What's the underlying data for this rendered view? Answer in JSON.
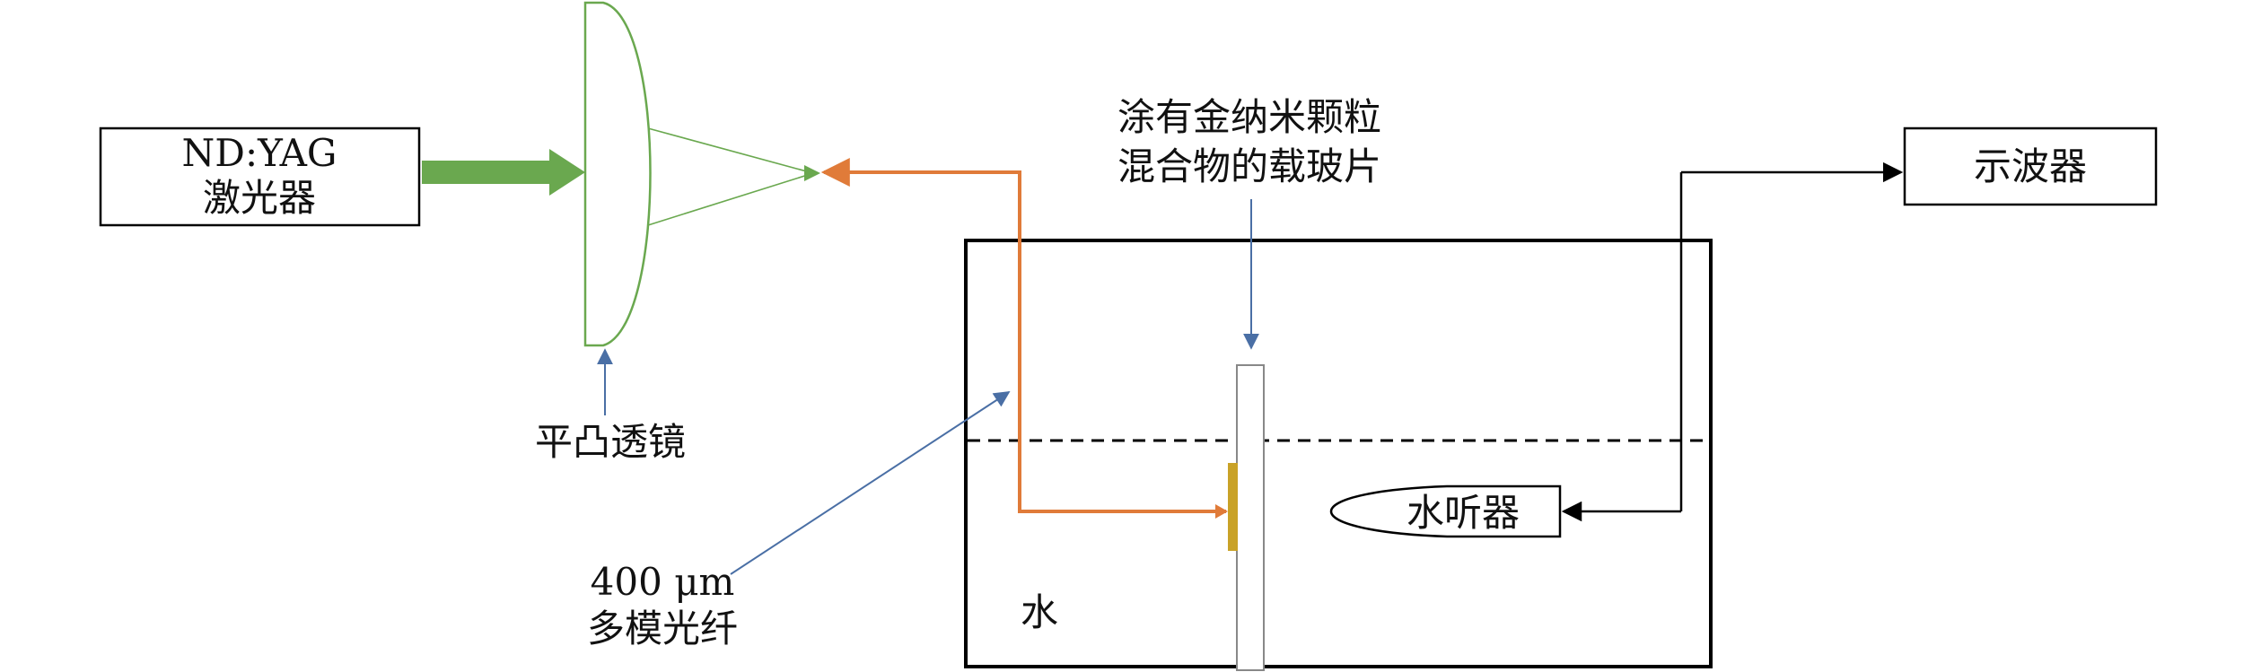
{
  "laser": {
    "line1": "ND:YAG",
    "line2": "激光器"
  },
  "oscilloscope": {
    "label": "示波器"
  },
  "slide_label": {
    "line1": "涂有金纳米颗粒",
    "line2": "混合物的载玻片"
  },
  "lens_label": "平凸透镜",
  "fiber_label": {
    "line1": "400 μm",
    "line2": "多模光纤"
  },
  "hydrophone": {
    "label": "水听器"
  },
  "water_label": "水",
  "colors": {
    "laser_beam": "#6aa84f",
    "lens_outline": "#6aa84f",
    "fiber": "#e07b39",
    "annotation_arrow": "#4a6fa5",
    "gold_sample": "#c9a227",
    "outline": "#000000"
  }
}
